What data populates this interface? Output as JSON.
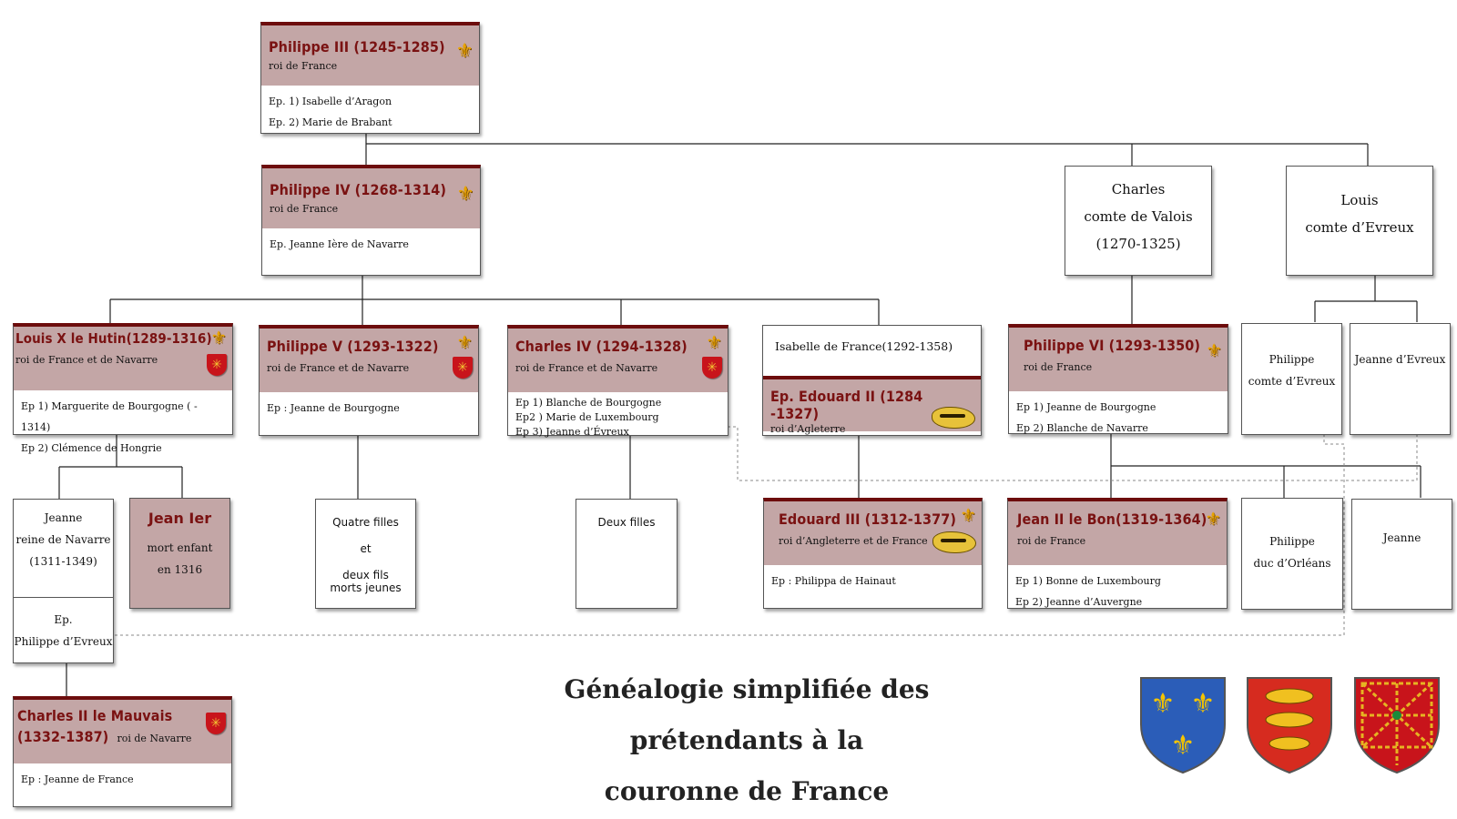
{
  "title": "Généalogie simplifiée des prétendants à la couronne de France",
  "colors": {
    "header_bg": "#c3a6a6",
    "name_text": "#7a1212",
    "accent_border": "#6d0d0d",
    "fleur": "#e8a300",
    "france_blue": "#2b5db8",
    "england_red": "#d62b1f",
    "navarre_red": "#c8141b"
  },
  "icons": [
    "fleur-de-lis-icon",
    "navarre-shield-icon",
    "leopard-icon",
    "france-coat-of-arms-icon",
    "england-coat-of-arms-icon",
    "navarre-coat-of-arms-icon"
  ],
  "philippe3": {
    "name": "Philippe III (1245-1285)",
    "title": "roi de France",
    "spouses": [
      "Ep. 1) Isabelle d’Aragon",
      "Ep. 2) Marie de Brabant"
    ]
  },
  "philippe4": {
    "name": "Philippe IV (1268-1314)",
    "title": "roi de France",
    "spouses": [
      "Ep. Jeanne Ière de Navarre"
    ]
  },
  "charles_valois": {
    "lines": [
      "Charles",
      "comte de Valois",
      "(1270-1325)"
    ]
  },
  "louis_evreux": {
    "lines": [
      "Louis",
      "comte d’Evreux"
    ]
  },
  "louis10": {
    "name": "Louis X le Hutin(1289-1316)",
    "title": "roi de France et de Navarre",
    "spouses": [
      "Ep 1) Marguerite de Bourgogne ( - 1314)",
      "Ep 2) Clémence de Hongrie"
    ]
  },
  "philippe5": {
    "name": "Philippe V (1293-1322)",
    "title": "roi de France et de Navarre",
    "spouses": [
      "Ep : Jeanne de Bourgogne"
    ]
  },
  "charles4": {
    "name": "Charles IV (1294-1328)",
    "title": "roi de France et de Navarre",
    "spouses": [
      "Ep 1) Blanche de Bourgogne",
      "Ep2 ) Marie de Luxembourg",
      "Ep 3) Jeanne d’Évreux"
    ]
  },
  "isabelle": {
    "name": "Isabelle de France(1292-1358)",
    "spouse_name": "Ep. Edouard II (1284 -1327)",
    "spouse_title": "roi d’Agleterre"
  },
  "philippe6": {
    "name": "Philippe VI (1293-1350)",
    "title": "roi de France",
    "spouses": [
      "Ep 1) Jeanne de Bourgogne",
      "Ep 2) Blanche de Navarre"
    ]
  },
  "philippe_evreux": {
    "lines": [
      "Philippe",
      "comte d’Evreux"
    ]
  },
  "jeanne_evreux": {
    "lines": [
      "Jeanne  d’Evreux"
    ]
  },
  "jeanne_navarre": {
    "lines": [
      "Jeanne",
      "reine de Navarre",
      "(1311-1349)"
    ],
    "spouse_lines": [
      "Ep.",
      "Philippe d’Evreux"
    ]
  },
  "jean1": {
    "name": "Jean Ier",
    "lines": [
      "mort enfant",
      "en 1316"
    ]
  },
  "quatre_filles": {
    "lines": [
      "Quatre filles",
      "et",
      "deux fils",
      "morts jeunes"
    ]
  },
  "deux_filles": {
    "lines": [
      "Deux filles"
    ]
  },
  "edouard3": {
    "name": "Edouard III (1312-1377)",
    "title": "roi d’Angleterre et de France",
    "spouses": [
      "Ep : Philippa de Hainaut"
    ]
  },
  "jean2": {
    "name": "Jean II le Bon(1319-1364)",
    "title": "roi de France",
    "spouses": [
      "Ep 1) Bonne de Luxembourg",
      "Ep 2) Jeanne d’Auvergne"
    ]
  },
  "philippe_orleans": {
    "lines": [
      "Philippe",
      "duc d’Orléans"
    ]
  },
  "jeanne_b": {
    "lines": [
      "Jeanne"
    ]
  },
  "charles2": {
    "name_line1": "Charles II le Mauvais",
    "name_line2": "(1332-1387)",
    "title": "roi de Navarre",
    "spouses": [
      "Ep : Jeanne de France"
    ]
  },
  "title_lines": [
    "Généalogie simplifiée des prétendants à la",
    "couronne de France"
  ]
}
